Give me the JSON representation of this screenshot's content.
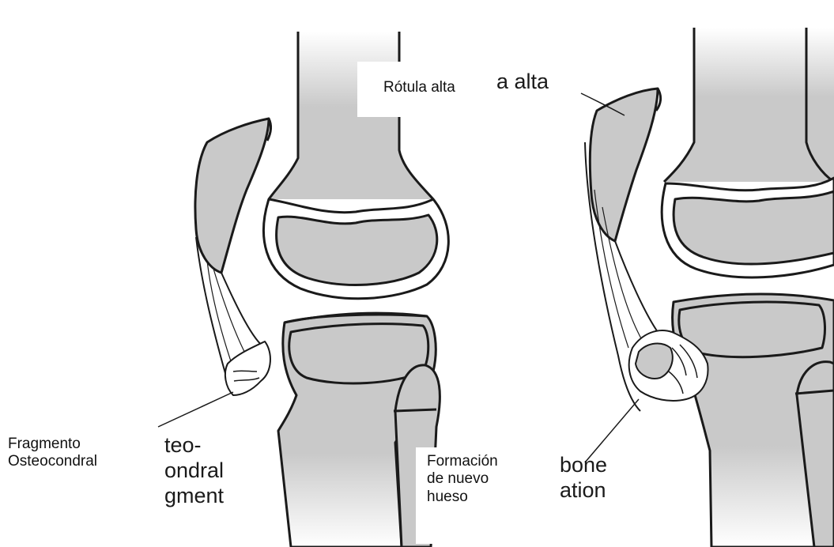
{
  "colors": {
    "bone_fill": "#c9c9c9",
    "outline": "#1a1a1a",
    "background": "#ffffff"
  },
  "labels_es": {
    "rotula_alta": "Rótula alta",
    "fragmento": [
      "Fragmento",
      "Osteocondral"
    ],
    "formacion": [
      "Formación",
      "de nuevo",
      "hueso"
    ]
  },
  "labels_en_fragments": {
    "left_fragment": [
      "teo-",
      "ondral",
      "gment"
    ],
    "right_patella": "a alta",
    "right_bone": [
      "bone",
      "ation"
    ]
  }
}
